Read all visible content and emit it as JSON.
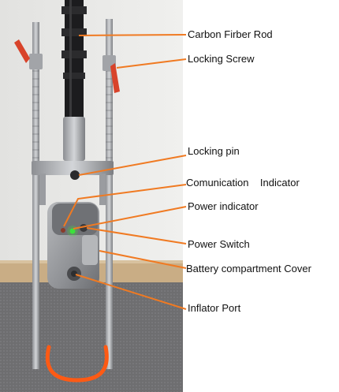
{
  "annotations": [
    {
      "id": "carbon-fiber-rod",
      "text": "Carbon Firber Rod"
    },
    {
      "id": "locking-screw",
      "text": "Locking Screw"
    },
    {
      "id": "locking-pin",
      "text": "Locking pin"
    },
    {
      "id": "communication-indicator",
      "text": "Comunication    Indicator"
    },
    {
      "id": "power-indicator",
      "text": "Power indicator"
    },
    {
      "id": "power-switch",
      "text": "Power Switch"
    },
    {
      "id": "battery-cover",
      "text": "Battery compartment Cover"
    },
    {
      "id": "inflator-port",
      "text": "Inflator Port"
    }
  ],
  "colors": {
    "leader_line": "#f07a22",
    "label_text": "#111111",
    "rope": "#ff5a14",
    "wall": "#ebebe9",
    "carpet": "#6e6e70",
    "baseboard": "#cfb48c"
  }
}
